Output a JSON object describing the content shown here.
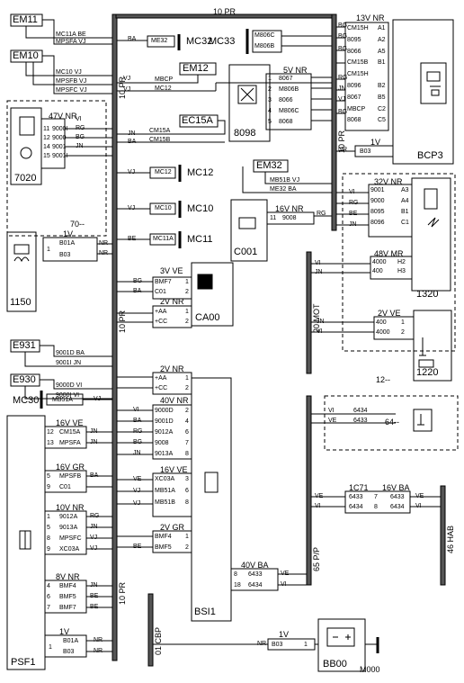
{
  "components": {
    "em11": "EM11",
    "em10": "EM10",
    "em12": "EM12",
    "ec15a": "EC15A",
    "em32": "EM32",
    "e931": "E931",
    "e930": "E930",
    "mc30": "MC30",
    "bcp3": "BCP3",
    "c7020": "7020",
    "c8098": "8098",
    "c1150": "1150",
    "c001": "C001",
    "c1320": "1320",
    "c1220": "1220",
    "ca00": "CA00",
    "bsi1": "BSI1",
    "psf1": "PSF1",
    "bb00": "BB00",
    "m000": "M000",
    "mc32": "MC32",
    "mc33": "MC33",
    "mc12": "MC12",
    "mc10": "MC10",
    "mc11": "MC11"
  },
  "connectors": {
    "top_10pr": "10 PR",
    "c13v": "13V NR",
    "c5v": "5V NR",
    "c47v": "47V NR",
    "c1v_bcp": "1V",
    "c32v": "32V NR",
    "c48v": "48V MR",
    "c2v_ve": "2V VE",
    "c16v": "16V NR",
    "c1v_1150": "1V",
    "c3v": "3V VE",
    "c2v_ca": "2V NR",
    "c2v_bsi": "2V NR",
    "c16v_bsi": "16V VE",
    "c40v": "40V NR",
    "c2v_gr": "2V GR",
    "c40v_ba": "40V BA",
    "c16v_psf": "16V VE",
    "c16v_gr": "16V GR",
    "c10v": "10V NR",
    "c8v": "8V NR",
    "c1v_psf": "1V",
    "c1v_bb": "1V",
    "ic71": "1C71",
    "c16v_ba": "16V BA"
  },
  "buses": {
    "pr_a": "10 PR",
    "pr_b": "10 PR",
    "pr_c": "10 PR",
    "pr_d": "10 PR",
    "mot": "20 MOT",
    "pp": "65 P/P",
    "hab": "46 HAB",
    "cbp": "01 CBP"
  },
  "wire_labels": {
    "em11_a": "MC11A BE",
    "em11_b": "MPSFA VJ",
    "em10_a": "MC10 VJ",
    "em10_b": "MPSFB VJ",
    "em10_c": "MPSFC VJ",
    "mbcp": "MBCP",
    "mc12w": "MC12",
    "cm15a": "CM15A",
    "cm15b": "CM15B",
    "ba": "BA",
    "vj": "VJ",
    "jn": "JN",
    "be": "BE",
    "me32": "ME32",
    "m806c": "M806C",
    "m806b": "M806B",
    "m8061": "MC11A",
    "m8062": "MC12",
    "m8063": "MC10",
    "em32_a": "MB51B VJ",
    "em32_b": "ME32 BA",
    "e931_a": "9001D BA",
    "e931_b": "9001I JN",
    "e930_a": "9000D VI",
    "e930_b": "9000I VI",
    "vi": "VI",
    "nr": "NR",
    "bg": "BG",
    "rg": "RG",
    "ve": "VE"
  },
  "pins": {
    "bcp": [
      [
        "CM15H",
        "A1"
      ],
      [
        "8095",
        "A2"
      ],
      [
        "8066",
        "A5"
      ],
      [
        "CM15B",
        "B1"
      ],
      [
        "CM15H",
        ""
      ],
      [
        "8096",
        "B2"
      ],
      [
        "8067",
        "B5"
      ],
      [
        "MBCP",
        "C2"
      ],
      [
        "8068",
        "C5"
      ]
    ],
    "bcp_b03": "B03",
    "c5v": [
      [
        "1",
        "8067"
      ],
      [
        "2",
        "M806B"
      ],
      [
        "3",
        "8066"
      ],
      [
        "4",
        "M806C"
      ],
      [
        "5",
        "8068"
      ]
    ],
    "c47v": [
      [
        "11",
        "9000I"
      ],
      [
        "12",
        "9000"
      ],
      [
        "14",
        "9001"
      ],
      [
        "15",
        "9001I"
      ]
    ],
    "c32v": [
      [
        "9001",
        "A3"
      ],
      [
        "9000",
        "A4"
      ],
      [
        "8095",
        "B1"
      ],
      [
        "8096",
        "C1"
      ]
    ],
    "c48v": [
      [
        "4000",
        "H2"
      ],
      [
        "400",
        "H3"
      ]
    ],
    "c2v_ve": [
      [
        "400",
        "1"
      ],
      [
        "4000",
        "2"
      ]
    ],
    "c16v": [
      "11",
      "9008"
    ],
    "c1150": [
      "1",
      "B01A",
      "B03"
    ],
    "c3v": [
      [
        "BMF7",
        "1"
      ],
      [
        "C01",
        "2"
      ]
    ],
    "c2v_ca": [
      [
        "+AA",
        "1"
      ],
      [
        "+CC",
        "2"
      ]
    ],
    "c2v_bsi": [
      [
        "+AA",
        "1"
      ],
      [
        "+CC",
        "2"
      ]
    ],
    "c16v_bsi": [
      [
        "9000D",
        "2"
      ],
      [
        "9001D",
        "4"
      ],
      [
        "9012A",
        "6"
      ],
      [
        "9008",
        "7"
      ],
      [
        "9013A",
        "8"
      ]
    ],
    "c40v_bsi": [
      [
        "XC03A",
        "3"
      ],
      [
        "MB51A",
        "6"
      ],
      [
        "MB51B",
        "8"
      ]
    ],
    "c2v_gr": [
      [
        "BMF4",
        "1"
      ],
      [
        "BMF5",
        "2"
      ]
    ],
    "c40v_ba": [
      [
        "8",
        "6433"
      ],
      [
        "18",
        "6434"
      ]
    ],
    "mb51a": "MB51A",
    "psf_16v": [
      [
        "12",
        "CM15A"
      ],
      [
        "13",
        "MPSFA"
      ]
    ],
    "psf_16vgr": [
      [
        "5",
        "MPSFB"
      ],
      [
        "9",
        "C01"
      ]
    ],
    "psf_10v": [
      [
        "1",
        "9012A"
      ],
      [
        "5",
        "9013A"
      ],
      [
        "8",
        "MPSFC"
      ],
      [
        "9",
        "XC03A"
      ]
    ],
    "psf_8v": [
      [
        "4",
        "BMF4"
      ],
      [
        "6",
        "BMF5"
      ],
      [
        "7",
        "BMF7"
      ]
    ],
    "psf_1v": [
      "1",
      "B01A",
      "B03"
    ],
    "bb00": [
      "1",
      "B03"
    ],
    "temp": [
      [
        "VI",
        "6434"
      ],
      [
        "VE",
        "6433"
      ]
    ],
    "ic71": [
      [
        "6433",
        "7",
        "6433"
      ],
      [
        "6434",
        "8",
        "6434"
      ]
    ]
  },
  "refs": {
    "r70": "70--",
    "r12": "12--",
    "r64": "64--"
  }
}
